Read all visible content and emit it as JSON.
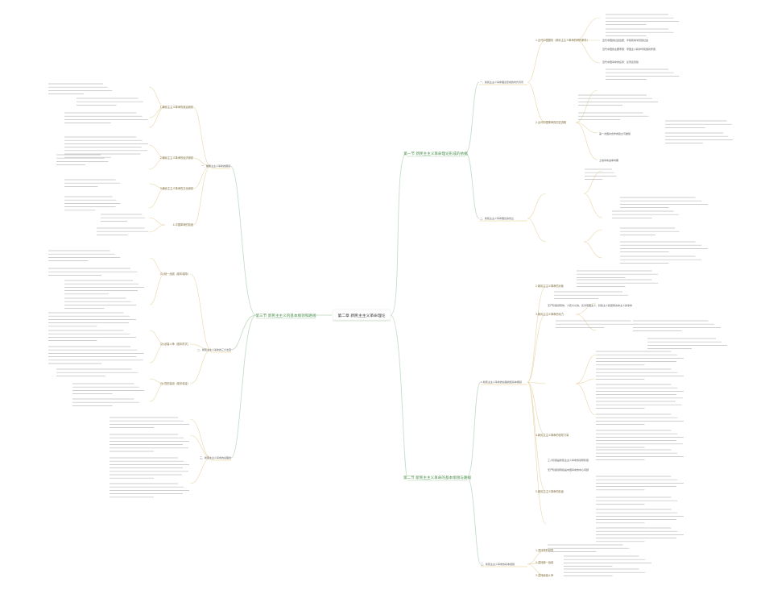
{
  "root_label": "第二章 新民主主义革命理论",
  "hubs": {
    "left": "第三节 新民主主义的基本纲领和路线",
    "right_top": "第一节 新民主主义革命理论形成的依据",
    "right_bottom": "第二节 新民主主义革命的基本纲领与路线"
  },
  "left_sections": [
    "一、新民主主义革命的纲领",
    "二、新民主主义革命的三大法宝",
    "三、新民主主义革命的总路线"
  ],
  "right_sections": [
    "一、新民主主义革命理论形成的时代背景",
    "二、新民主主义革命理论的创立",
    "三、新民主主义革命的基本经验"
  ],
  "left_branch_labels": [
    "1.新民主主义革命的政治纲领",
    "2.新民主主义革命的经济纲领",
    "3.新民主主义革命的文化纲领",
    "4.中国革命的前途",
    "(1) 统一战线（基本保障）",
    "(2) 武装斗争（基本形式）",
    "(3) 党的建设（基本保证）"
  ],
  "right_branch_labels": [
    "1.近代中国国情（新民主主义革命的时代条件）",
    "2.近代中国革命的历史进程",
    "1.新民主主义革命的总路线和基本纲领",
    "2.新民主主义革命的对象",
    "3.新民主主义革命的动力",
    "4.新民主主义革命的领导力量",
    "5.新民主主义革命的前途",
    "1.坚持党的领导",
    "2.坚持统一战线",
    "3.坚持武装斗争"
  ],
  "highlight_notes": [
    "近代中国的社会性质：半殖民地半封建社会",
    "近代中国的主要矛盾：帝国主义和中华民族的矛盾",
    "近代中国革命的任务：反帝反封建",
    "第一次国共合作的建立与破裂",
    "土地革命战争时期",
    "无产阶级领导的，人民大众的，反对帝国主义、封建主义和官僚资本主义的革命",
    "工人阶级是新民主主义革命的领导阶级",
    "无产阶级领导权是中国革命的中心问题"
  ],
  "colors": {
    "root_text": "#333333",
    "hub_text": "#4a8f4a",
    "link_main": "#c9ddc9",
    "link_sub": "#e8d7aa",
    "underline": "#e6c87a",
    "red_note": "#d9534f",
    "blue_note": "#4a90c9"
  }
}
